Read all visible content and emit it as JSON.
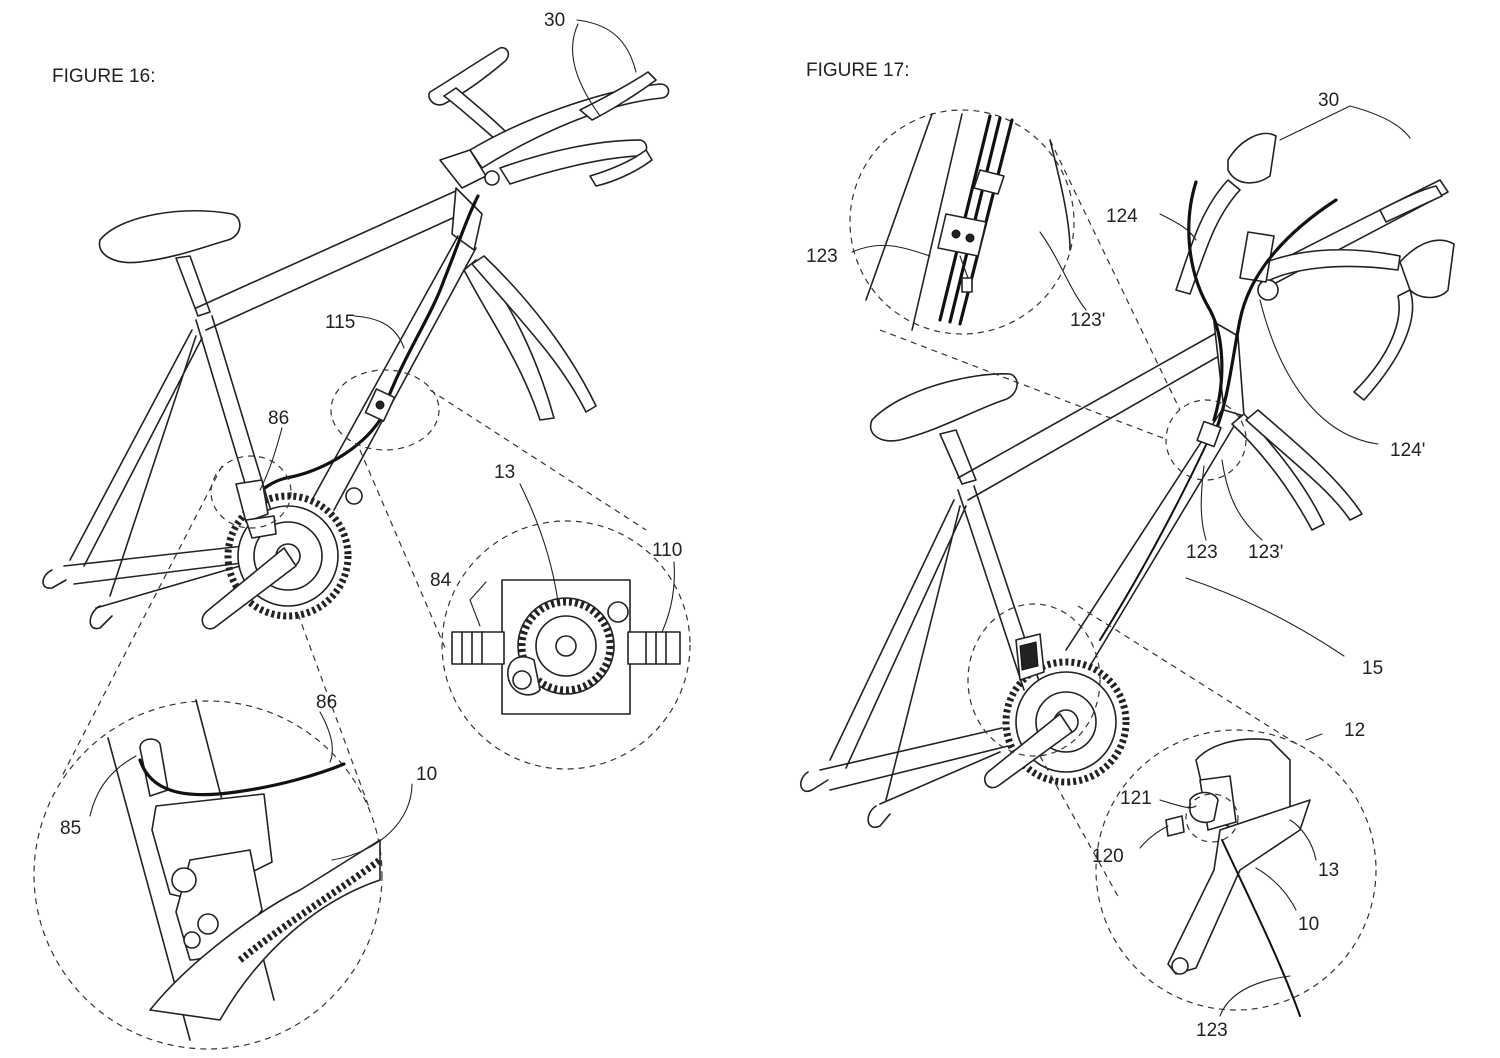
{
  "figures": [
    {
      "title": "FIGURE 16:",
      "refs": {
        "r30": "30",
        "r115": "115",
        "r86a": "86",
        "r13": "13",
        "r84": "84",
        "r110": "110",
        "r86b": "86",
        "r85": "85",
        "r10": "10"
      }
    },
    {
      "title": "FIGURE 17:",
      "refs": {
        "r30": "30",
        "r124": "124",
        "r123a": "123",
        "r123p_a": "123'",
        "r124p": "124'",
        "r123b": "123",
        "r123p_b": "123'",
        "r15": "15",
        "r12": "12",
        "r121": "121",
        "r120": "120",
        "r13": "13",
        "r10": "10",
        "r123c": "123"
      }
    }
  ]
}
